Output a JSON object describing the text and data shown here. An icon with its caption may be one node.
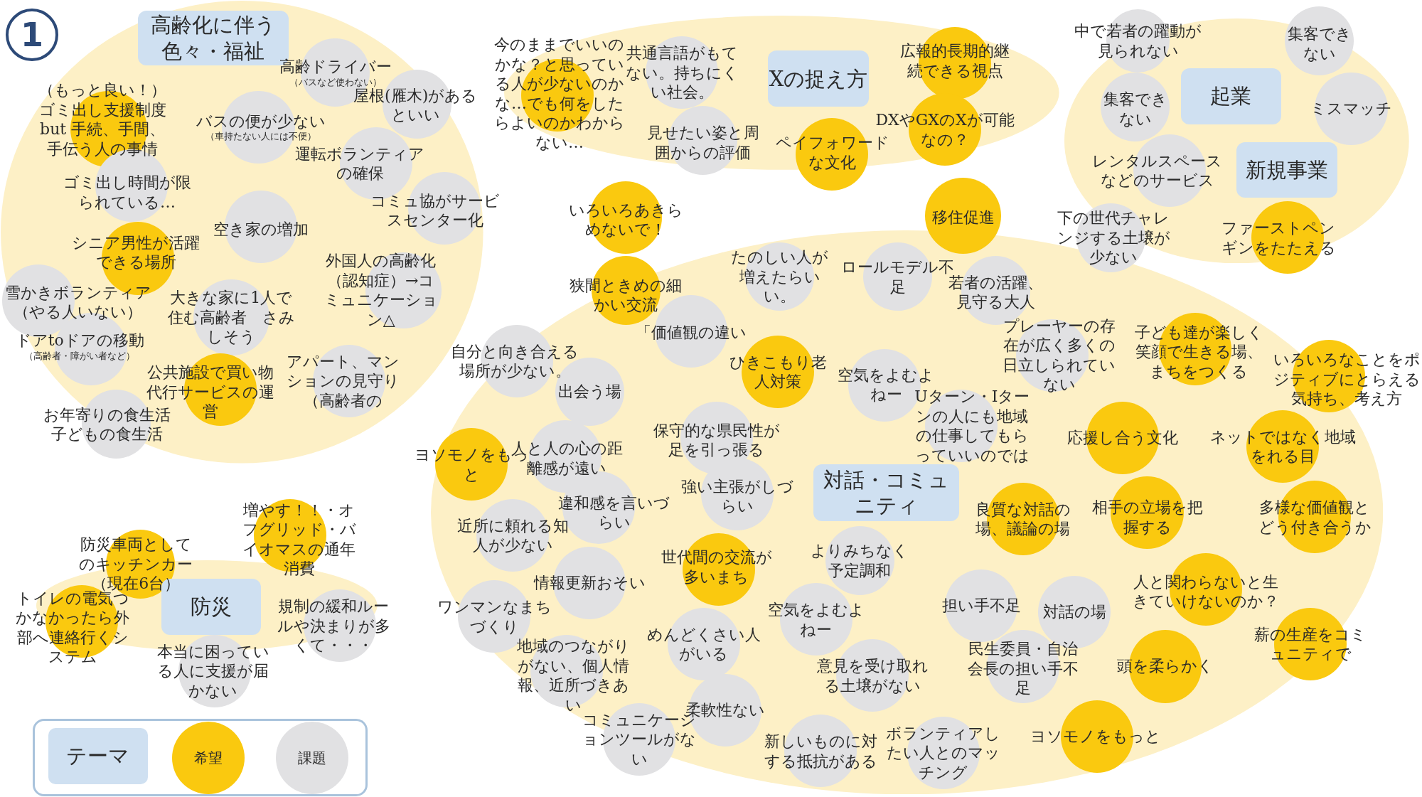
{
  "diagram": {
    "nodes": [
      {
        "text": [],
        "shape": "ellipse"
      },
      {
        "text": [
          "高齢化に伴う色々・福祉"
        ],
        "in": 0
      },
      {
        "text": [
          "（もっと良い！）ゴミ出し支援制度　but 手続、手間、手伝う人の事情"
        ],
        "in": 0
      },
      {
        "text": [
          "高齢ドライバー",
          "（バスなど使わない）"
        ],
        "in": 0
      },
      {
        "text": [
          "屋根(雁木)があるといい"
        ],
        "in": 0
      },
      {
        "text": [
          "バスの便が少ない",
          "（車持たない人には不便）"
        ],
        "in": 0
      },
      {
        "text": [
          "運転ボランティアの確保"
        ],
        "in": 0
      },
      {
        "text": [
          "ゴミ出し時間が限られている…"
        ],
        "in": 0
      },
      {
        "text": [
          "コミュ協がサービスセンター化"
        ],
        "in": 0
      },
      {
        "text": [
          "空き家の増加"
        ],
        "in": 0
      },
      {
        "text": [
          "シニア男性が活躍できる場所"
        ],
        "in": 0
      },
      {
        "text": [
          "雪かきボランティア（やる人いない）"
        ],
        "in": 0
      },
      {
        "text": [
          "大きな家に1人で住む高齢者　さみしそう"
        ],
        "in": 0
      },
      {
        "text": [
          "外国人の高齢化（認知症）→コミュニケーション△"
        ],
        "in": 0
      },
      {
        "text": [
          "ドアtoドアの移動",
          "（高齢者・障がい者など）"
        ],
        "in": 0
      },
      {
        "text": [
          "公共施設で買い物代行サービスの運営"
        ],
        "in": 0
      },
      {
        "text": [
          "アパート、マンションの見守り（高齢者の"
        ],
        "in": 0
      },
      {
        "text": [
          "お年寄りの食生活子どもの食生活"
        ],
        "in": 0
      },
      {
        "text": [],
        "shape": "ellipse"
      },
      {
        "text": [
          "防災"
        ],
        "in": 18
      },
      {
        "text": [
          "防災車両としてのキッチンカー（現在6台）"
        ]
      },
      {
        "text": [
          "増やす！！・オフグリッド・バイオマスの通年消費"
        ]
      },
      {
        "text": [
          "トイレの電気つかなかったら外部へ連絡行くシステム"
        ]
      },
      {
        "text": [
          "規制の緩和ルールや決まりが多くて・・・"
        ]
      },
      {
        "text": [
          "本当に困っている人に支援が届かない"
        ]
      },
      {
        "text": [],
        "shape": "ellipse"
      },
      {
        "text": [
          "Xの捉え方"
        ],
        "in": 25
      },
      {
        "text": [
          "今のままでいいのかな？と思っている人が少ないのかな…でも何をしたらよいのかわからない…"
        ],
        "in": 25
      },
      {
        "text": [
          "共通言語がもてない。持ちにくい社会。"
        ],
        "in": 25
      },
      {
        "text": [
          "見せたい姿と周囲からの評価"
        ],
        "in": 25
      },
      {
        "text": [
          "広報的長期的継続できる視点"
        ],
        "in": 25
      },
      {
        "text": [
          "DXやGXのXが可能なの？"
        ],
        "in": 25
      },
      {
        "text": [
          "ペイフォワードな文化"
        ]
      },
      {
        "text": [
          "いろいろあきらめないで！"
        ]
      },
      {
        "text": [
          "移住促進"
        ]
      },
      {
        "text": [],
        "shape": "ellipse"
      },
      {
        "text": [
          "起業"
        ],
        "in": 35
      },
      {
        "text": [
          "新規事業"
        ],
        "in": 35
      },
      {
        "text": [
          "中で若者の躍動が見られない"
        ]
      },
      {
        "text": [
          "集客できない"
        ],
        "in": 35
      },
      {
        "text": [
          "集客できない"
        ],
        "in": 35
      },
      {
        "text": [
          "ミスマッチ"
        ],
        "in": 35
      },
      {
        "text": [
          "レンタルスペースなどのサービス"
        ],
        "in": 35
      },
      {
        "text": [
          "下の世代チャレンジする土壌が少ない"
        ],
        "in": 35
      },
      {
        "text": [
          "ファーストペンギンをたたえる"
        ],
        "in": 35
      },
      {
        "text": [],
        "shape": "ellipse"
      },
      {
        "text": [
          "対話・コミュニティ"
        ],
        "in": 45
      },
      {
        "text": [
          "狭間ときめの細かい交流"
        ],
        "in": 45
      },
      {
        "text": [
          "たのしい人が増えたらいい。"
        ],
        "in": 45
      },
      {
        "text": [
          "ロールモデル不足"
        ],
        "in": 45
      },
      {
        "text": [
          "若者の活躍、見守る大人"
        ],
        "in": 45
      },
      {
        "text": [
          "プレーヤーの存在が広く多くの日立しられていない"
        ],
        "in": 45
      },
      {
        "text": [
          "「価値観の違い"
        ],
        "in": 45
      },
      {
        "text": [
          "子ども達が楽しく笑顔で生きる場、まちをつくる"
        ],
        "in": 45
      },
      {
        "text": [
          "いろいろなことをポジティブにとらえる気持ち、考え方"
        ]
      },
      {
        "text": [
          "自分と向き合える場所が少ない。"
        ],
        "in": 45
      },
      {
        "text": [
          "ひきこもり老人対策"
        ],
        "in": 45
      },
      {
        "text": [
          "空気をよむよねー"
        ],
        "in": 45
      },
      {
        "text": [
          "Uターン・Iターンの人にも地域の仕事してもらっていいのでは"
        ],
        "in": 45
      },
      {
        "text": [
          "出会う場"
        ],
        "in": 45
      },
      {
        "text": [
          "保守的な県民性が足を引っ張る"
        ],
        "in": 45
      },
      {
        "text": [
          "応援し合う文化"
        ],
        "in": 45
      },
      {
        "text": [
          "ネットではなく地域をれる目"
        ],
        "in": 45
      },
      {
        "text": [
          "ヨソモノをもっと"
        ],
        "in": 45
      },
      {
        "text": [
          "人と人の心の距離感が遠い"
        ],
        "in": 45
      },
      {
        "text": [
          "強い主張がしづらい"
        ],
        "in": 45
      },
      {
        "text": [
          "違和感を言いづらい"
        ],
        "in": 45
      },
      {
        "text": [
          "良質な対話の場、議論の場"
        ],
        "in": 45
      },
      {
        "text": [
          "相手の立場を把握する"
        ],
        "in": 45
      },
      {
        "text": [
          "多様な価値観とどう付き合うか"
        ],
        "in": 45
      },
      {
        "text": [
          "近所に頼れる知人が少ない"
        ],
        "in": 45
      },
      {
        "text": [
          "世代間の交流が多いまち"
        ],
        "in": 45
      },
      {
        "text": [
          "よりみちなく予定調和"
        ],
        "in": 45
      },
      {
        "text": [
          "情報更新おそい"
        ],
        "in": 45
      },
      {
        "text": [
          "人と関わらないと生きていけないのか？"
        ],
        "in": 45
      },
      {
        "text": [
          "ワンマンなまちづくり"
        ],
        "in": 45
      },
      {
        "text": [
          "空気をよむよねー"
        ],
        "in": 45
      },
      {
        "text": [
          "担い手不足"
        ],
        "in": 45
      },
      {
        "text": [
          "対話の場"
        ],
        "in": 45
      },
      {
        "text": [
          "薪の生産をコミュニティで"
        ],
        "in": 45
      },
      {
        "text": [
          "めんどくさい人がいる"
        ],
        "in": 45
      },
      {
        "text": [
          "地域のつながりがない、個人情報、近所づきあい"
        ],
        "in": 45
      },
      {
        "text": [
          "意見を受け取れる土壌がない"
        ],
        "in": 45
      },
      {
        "text": [
          "民生委員・自治会長の担い手不足"
        ],
        "in": 45
      },
      {
        "text": [
          "頭を柔らかく"
        ],
        "in": 45
      },
      {
        "text": [
          "柔軟性ない"
        ],
        "in": 45
      },
      {
        "text": [
          "コミュニケーションツールがない"
        ],
        "in": 45
      },
      {
        "text": [
          "新しいものに対する抵抗がある"
        ],
        "in": 45
      },
      {
        "text": [
          "ボランティアしたい人とのマッチング"
        ],
        "in": 45
      },
      {
        "text": [
          "ヨソモノをもっと"
        ],
        "in": 45
      }
    ],
    "edges": [],
    "labels": [
      "1"
    ],
    "legend": [
      {
        "text": "テーマ",
        "color": "#cfe0f1"
      },
      {
        "text": "希望",
        "color": "#fac90f"
      },
      {
        "text": "課題",
        "color": "#e1e1e3"
      }
    ]
  }
}
